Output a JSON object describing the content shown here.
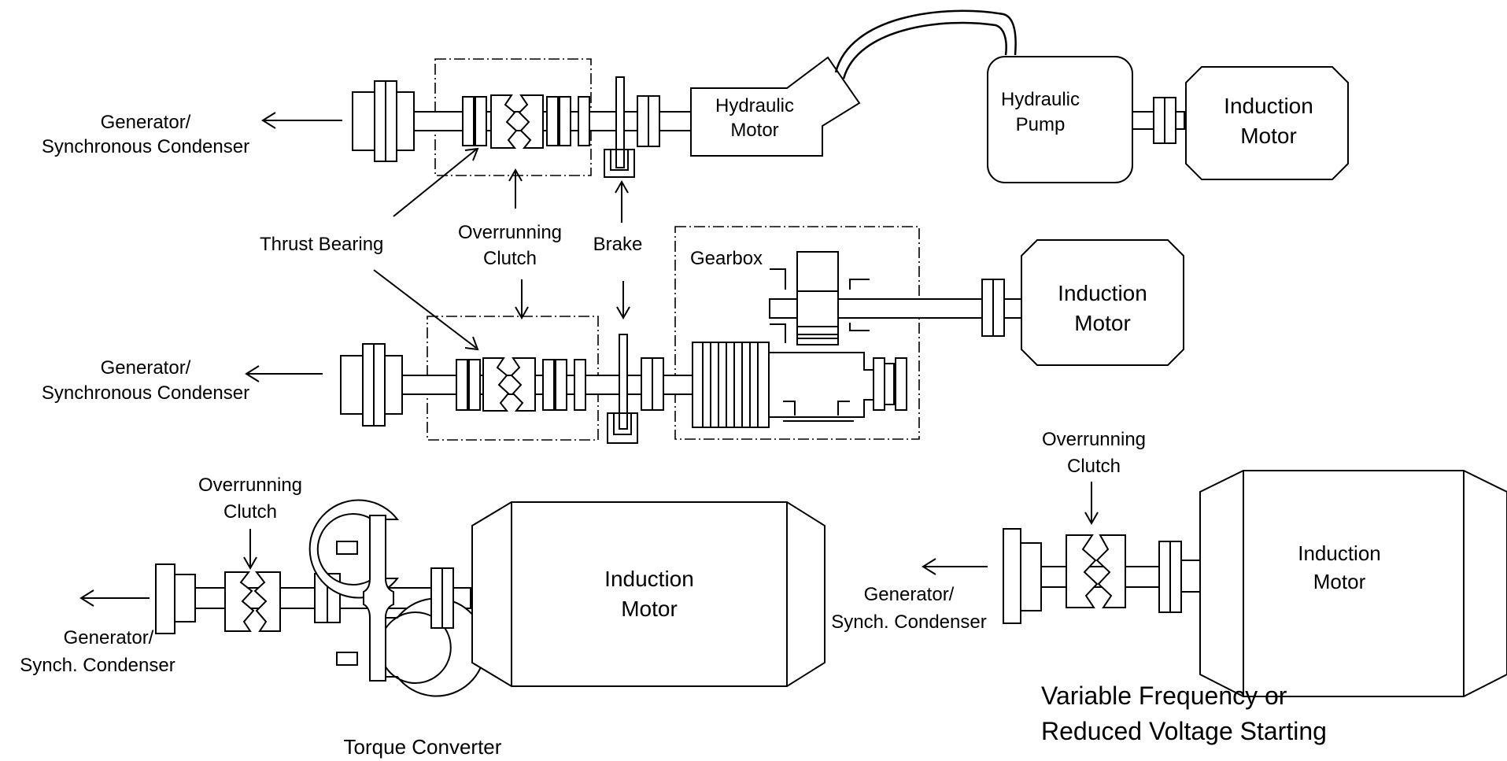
{
  "diagram1": {
    "output_label": [
      "Generator/",
      "Synchronous Condenser"
    ],
    "hydraulic_motor": [
      "Hydraulic",
      "Motor"
    ],
    "hydraulic_pump": [
      "Hydraulic",
      "Pump"
    ],
    "induction_motor": [
      "Induction",
      "Motor"
    ]
  },
  "callouts": {
    "thrust_bearing": "Thrust Bearing",
    "overrunning_clutch": [
      "Overrunning",
      "Clutch"
    ],
    "brake": "Brake"
  },
  "diagram2": {
    "output_label": [
      "Generator/",
      "Synchronous Condenser"
    ],
    "gearbox": "Gearbox",
    "induction_motor": [
      "Induction",
      "Motor"
    ]
  },
  "diagram3": {
    "clutch_label": [
      "Overrunning",
      "Clutch"
    ],
    "output_label": [
      "Generator/",
      "Synch. Condenser"
    ],
    "induction_motor": [
      "Induction",
      "Motor"
    ],
    "caption": "Torque Converter"
  },
  "diagram4": {
    "clutch_label": [
      "Overrunning",
      "Clutch"
    ],
    "output_label": [
      "Generator/",
      "Synch. Condenser"
    ],
    "induction_motor": [
      "Induction",
      "Motor"
    ],
    "caption": [
      "Variable Frequency or",
      "Reduced Voltage Starting"
    ]
  }
}
